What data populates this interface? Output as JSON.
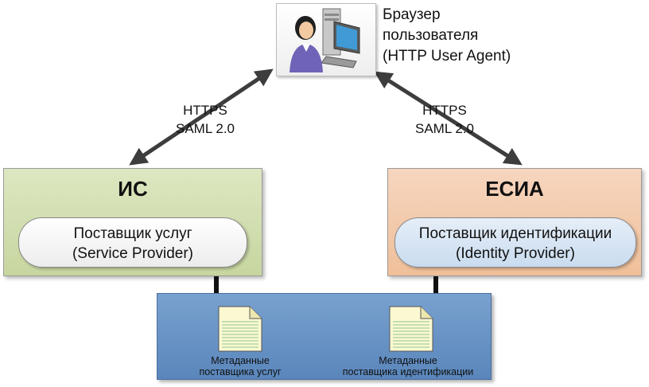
{
  "browser": {
    "label_line1": "Браузер",
    "label_line2": "пользователя",
    "label_line3": "(HTTP User Agent)",
    "icon": "user-computer-icon"
  },
  "protocol_left": {
    "line1": "HTTPS",
    "line2": "SAML 2.0"
  },
  "protocol_right": {
    "line1": "HTTPS",
    "line2": "SAML 2.0"
  },
  "system_is": {
    "title": "ИС",
    "role_line1": "Поставщик услуг",
    "role_line2": "(Service Provider)",
    "color": "#d3dfb3"
  },
  "system_esia": {
    "title": "ЕСИА",
    "role_line1": "Поставщик идентификации",
    "role_line2": "(Identity Provider)",
    "color": "#f3cbad"
  },
  "metadata": {
    "color": "#6a93c5",
    "sp": {
      "line1": "Метаданные",
      "line2": "поставщика услуг",
      "icon": "document-icon"
    },
    "idp": {
      "line1": "Метаданные",
      "line2": "поставщика идентификации",
      "icon": "document-icon"
    }
  }
}
